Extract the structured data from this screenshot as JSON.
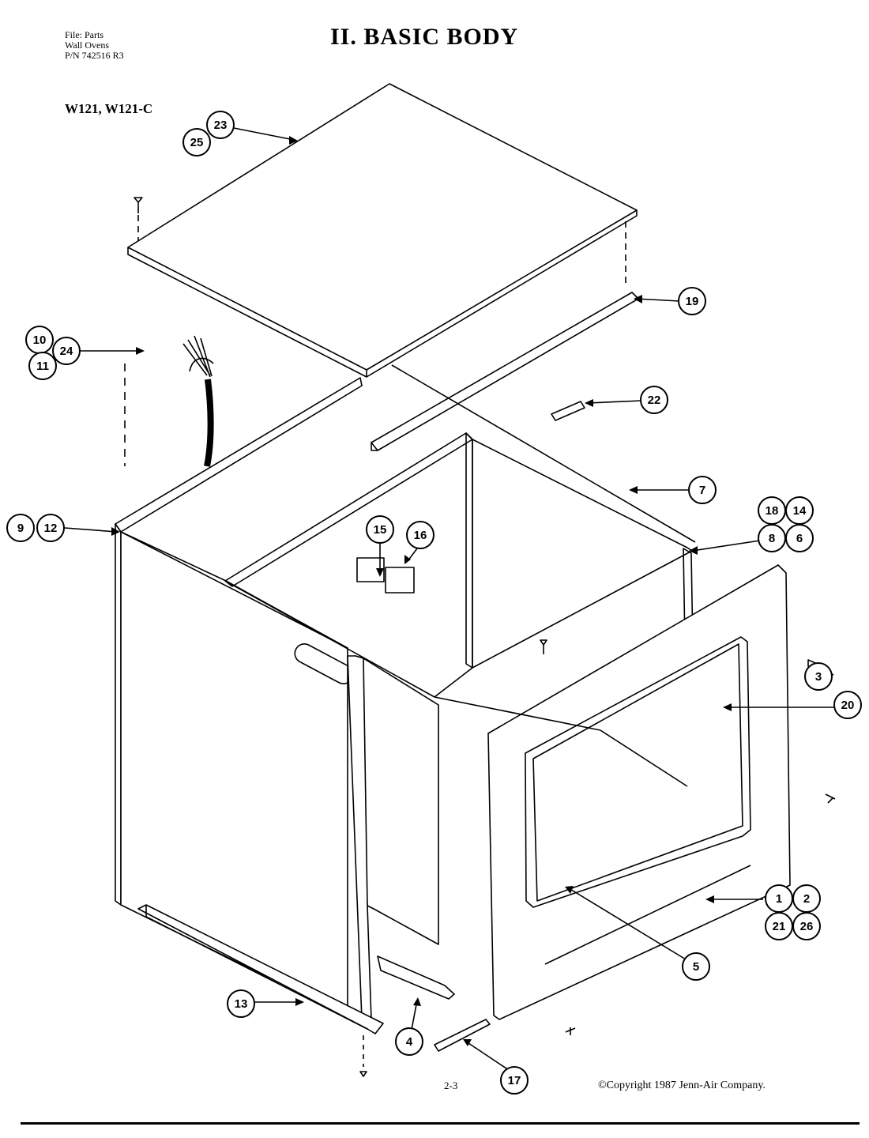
{
  "header": {
    "file_lines": [
      "File: Parts",
      "Wall Ovens",
      "P/N 742516 R3"
    ],
    "title": "II.  BASIC BODY",
    "models": "W121, W121-C"
  },
  "footer": {
    "page_number": "2-3",
    "copyright": "©Copyright 1987 Jenn-Air Company."
  },
  "callouts": [
    {
      "id": "c23",
      "label": "23"
    },
    {
      "id": "c25",
      "label": "25"
    },
    {
      "id": "c19",
      "label": "19"
    },
    {
      "id": "c10",
      "label": "10"
    },
    {
      "id": "c24",
      "label": "24"
    },
    {
      "id": "c11",
      "label": "11"
    },
    {
      "id": "c22",
      "label": "22"
    },
    {
      "id": "c7",
      "label": "7"
    },
    {
      "id": "c9",
      "label": "9"
    },
    {
      "id": "c12",
      "label": "12"
    },
    {
      "id": "c18",
      "label": "18"
    },
    {
      "id": "c14",
      "label": "14"
    },
    {
      "id": "c8",
      "label": "8"
    },
    {
      "id": "c6",
      "label": "6"
    },
    {
      "id": "c15",
      "label": "15"
    },
    {
      "id": "c16",
      "label": "16"
    },
    {
      "id": "c3",
      "label": "3"
    },
    {
      "id": "c20",
      "label": "20"
    },
    {
      "id": "c1",
      "label": "1"
    },
    {
      "id": "c2",
      "label": "2"
    },
    {
      "id": "c21",
      "label": "21"
    },
    {
      "id": "c26",
      "label": "26"
    },
    {
      "id": "c5",
      "label": "5"
    },
    {
      "id": "c13",
      "label": "13"
    },
    {
      "id": "c4",
      "label": "4"
    },
    {
      "id": "c17",
      "label": "17"
    }
  ]
}
